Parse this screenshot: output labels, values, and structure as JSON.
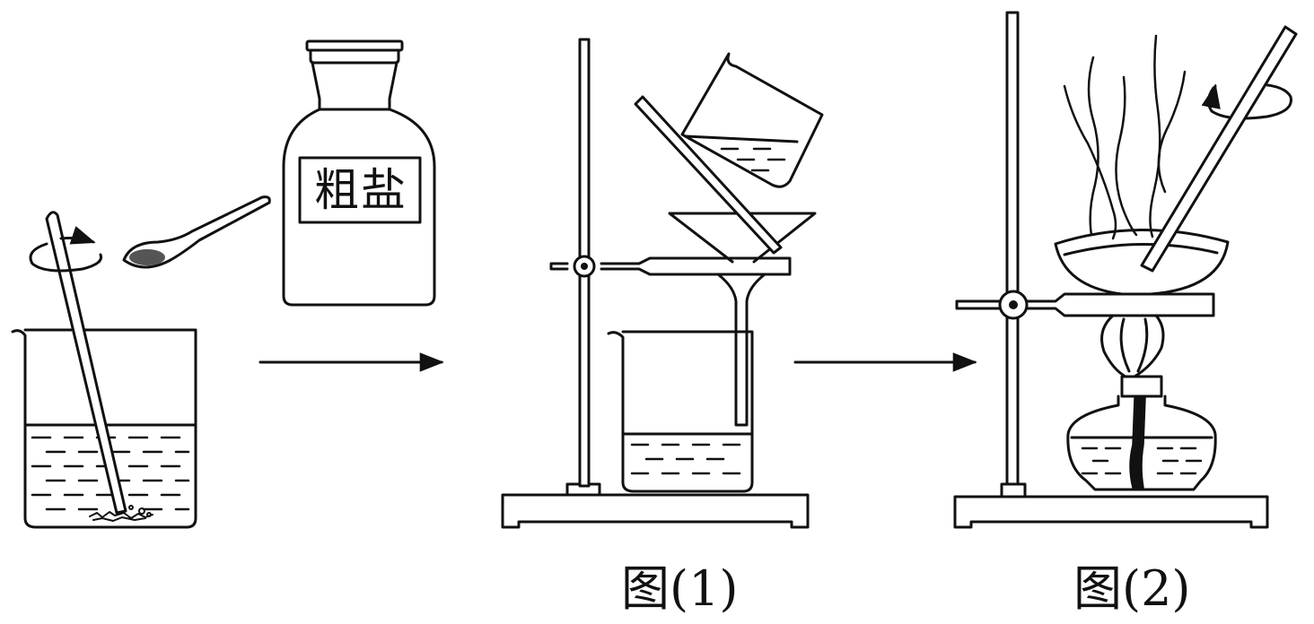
{
  "labels": {
    "bottle": "粗盐",
    "figure1": "图(1)",
    "figure2": "图(2)"
  },
  "colors": {
    "ink": "#111111",
    "background": "#ffffff",
    "spoon_content": "#555555"
  }
}
